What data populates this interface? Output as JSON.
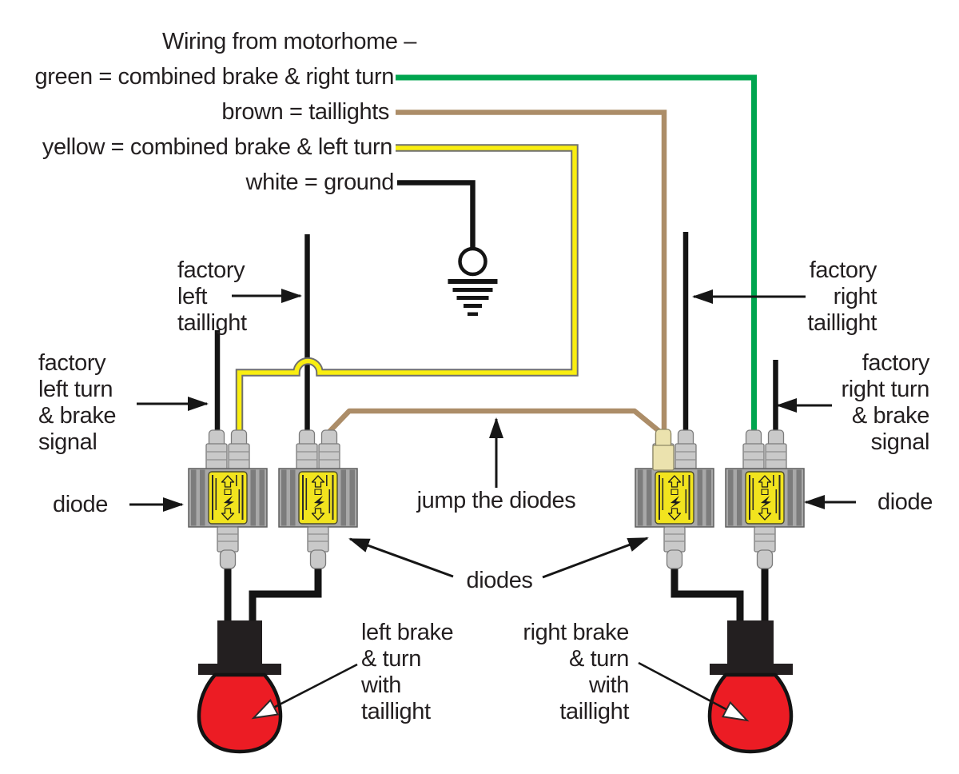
{
  "labels": {
    "title": "Wiring from motorhome –",
    "green_legend": "green = combined brake & right turn",
    "brown_legend": "brown = taillights",
    "yellow_legend": "yellow = combined brake & left turn",
    "white_legend": "white = ground",
    "factory_left_taillight": [
      "factory",
      "left",
      "taillight"
    ],
    "factory_left_turn": [
      "factory",
      "left turn",
      "& brake",
      "signal"
    ],
    "factory_right_taillight": [
      "factory",
      "right",
      "taillight"
    ],
    "factory_right_turn": [
      "factory",
      "right turn",
      "& brake",
      "signal"
    ],
    "diode_left": "diode",
    "diode_right": "diode",
    "jump_the_diodes": "jump the diodes",
    "diodes": "diodes",
    "left_brake": [
      "left brake",
      "& turn",
      "with",
      "taillight"
    ],
    "right_brake": [
      "right brake",
      "& turn",
      "with",
      "taillight"
    ]
  },
  "colors": {
    "green_wire": "#00A54F",
    "brown_wire": "#AC8D68",
    "yellow_wire": "#F9EE10",
    "black_wire": "#141414",
    "bulb_red": "#EC1C24",
    "diode_label_yellow": "#F2E41E",
    "connector_gray": "#C9C9C9",
    "connector_cream": "#EBE2AE",
    "socket_black": "#231F20",
    "text": "#231F20"
  },
  "icons": {
    "ground": "ground-symbol",
    "diode_label_glyphs": [
      "up-arrow",
      "box",
      "lightning-bolt",
      "down-arrow"
    ]
  },
  "components": {
    "diode_count": 4,
    "bulb_count": 2
  }
}
